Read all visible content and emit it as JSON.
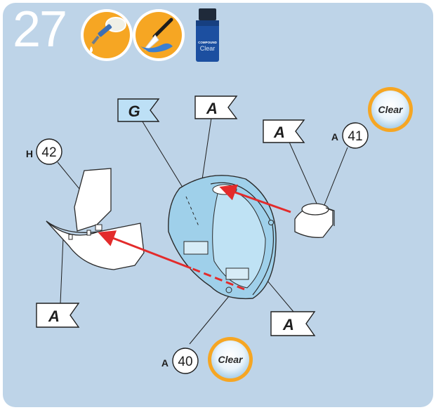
{
  "step_number": "27",
  "tool_icons": [
    "glue-dropper-icon",
    "paint-brush-icon"
  ],
  "paint_bottle": {
    "line1": "COMPOUND",
    "line2": "Clear",
    "cap_color": "#1f2a3a",
    "body_color": "#1c4fa0"
  },
  "flags": {
    "paint": "G",
    "glue": "A"
  },
  "badges": {
    "clear": "Clear"
  },
  "parts": {
    "p42": {
      "prefix": "H",
      "number": "42"
    },
    "p41": {
      "prefix": "A",
      "number": "41"
    },
    "p40": {
      "prefix": "A",
      "number": "40"
    }
  },
  "colors": {
    "panel": "#bed4e8",
    "arrow": "#e32b2b",
    "part_blue": "#9fd0ea",
    "flag_blue": "#bde0f6",
    "icon_orange": "#f6a623"
  }
}
